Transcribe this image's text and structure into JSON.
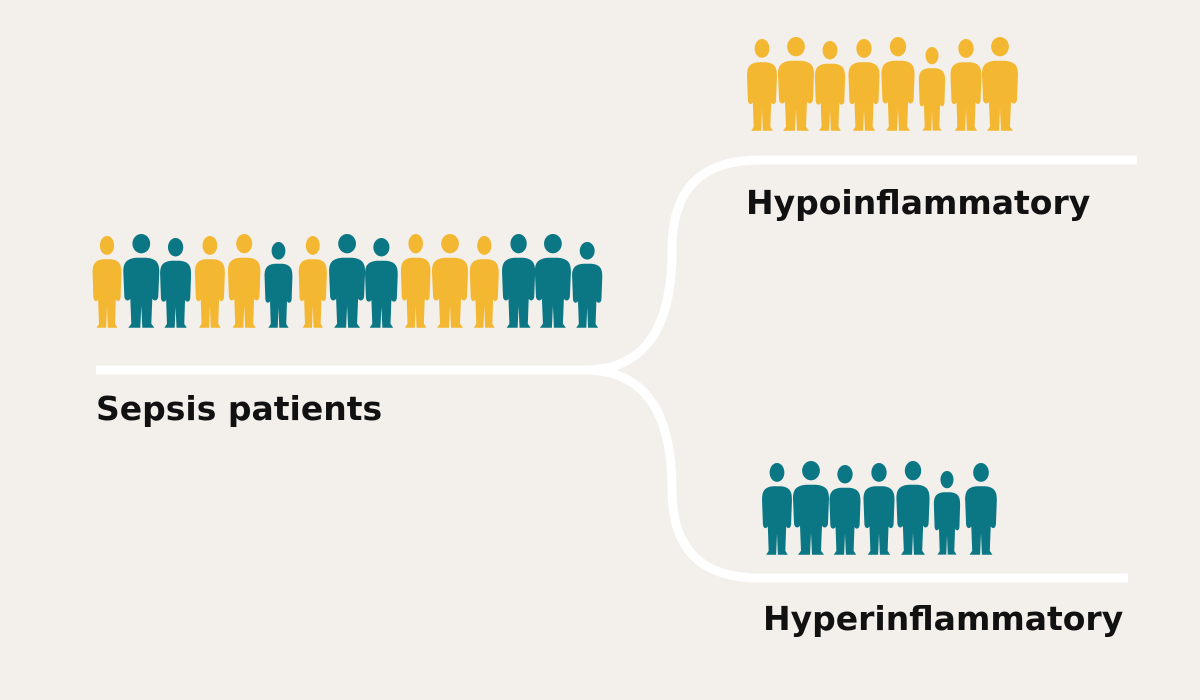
{
  "colors": {
    "background": "#f3efeb",
    "branch_line": "#ffffff",
    "yellow_person": "#f4b731",
    "teal_person": "#0b7684",
    "label_text": "#111111"
  },
  "groups": {
    "sepsis": {
      "label": "Sepsis patients",
      "figure_colors": [
        "yellow",
        "teal",
        "teal",
        "yellow",
        "yellow",
        "teal",
        "yellow",
        "teal",
        "teal",
        "yellow",
        "yellow",
        "yellow",
        "teal",
        "teal",
        "teal"
      ]
    },
    "hypo": {
      "label": "Hypoinflammatory",
      "figure_colors": [
        "yellow",
        "yellow",
        "yellow",
        "yellow",
        "yellow",
        "yellow",
        "yellow",
        "yellow"
      ]
    },
    "hyper": {
      "label": "Hyperinflammatory",
      "figure_colors": [
        "teal",
        "teal",
        "teal",
        "teal",
        "teal",
        "teal",
        "teal"
      ]
    }
  }
}
